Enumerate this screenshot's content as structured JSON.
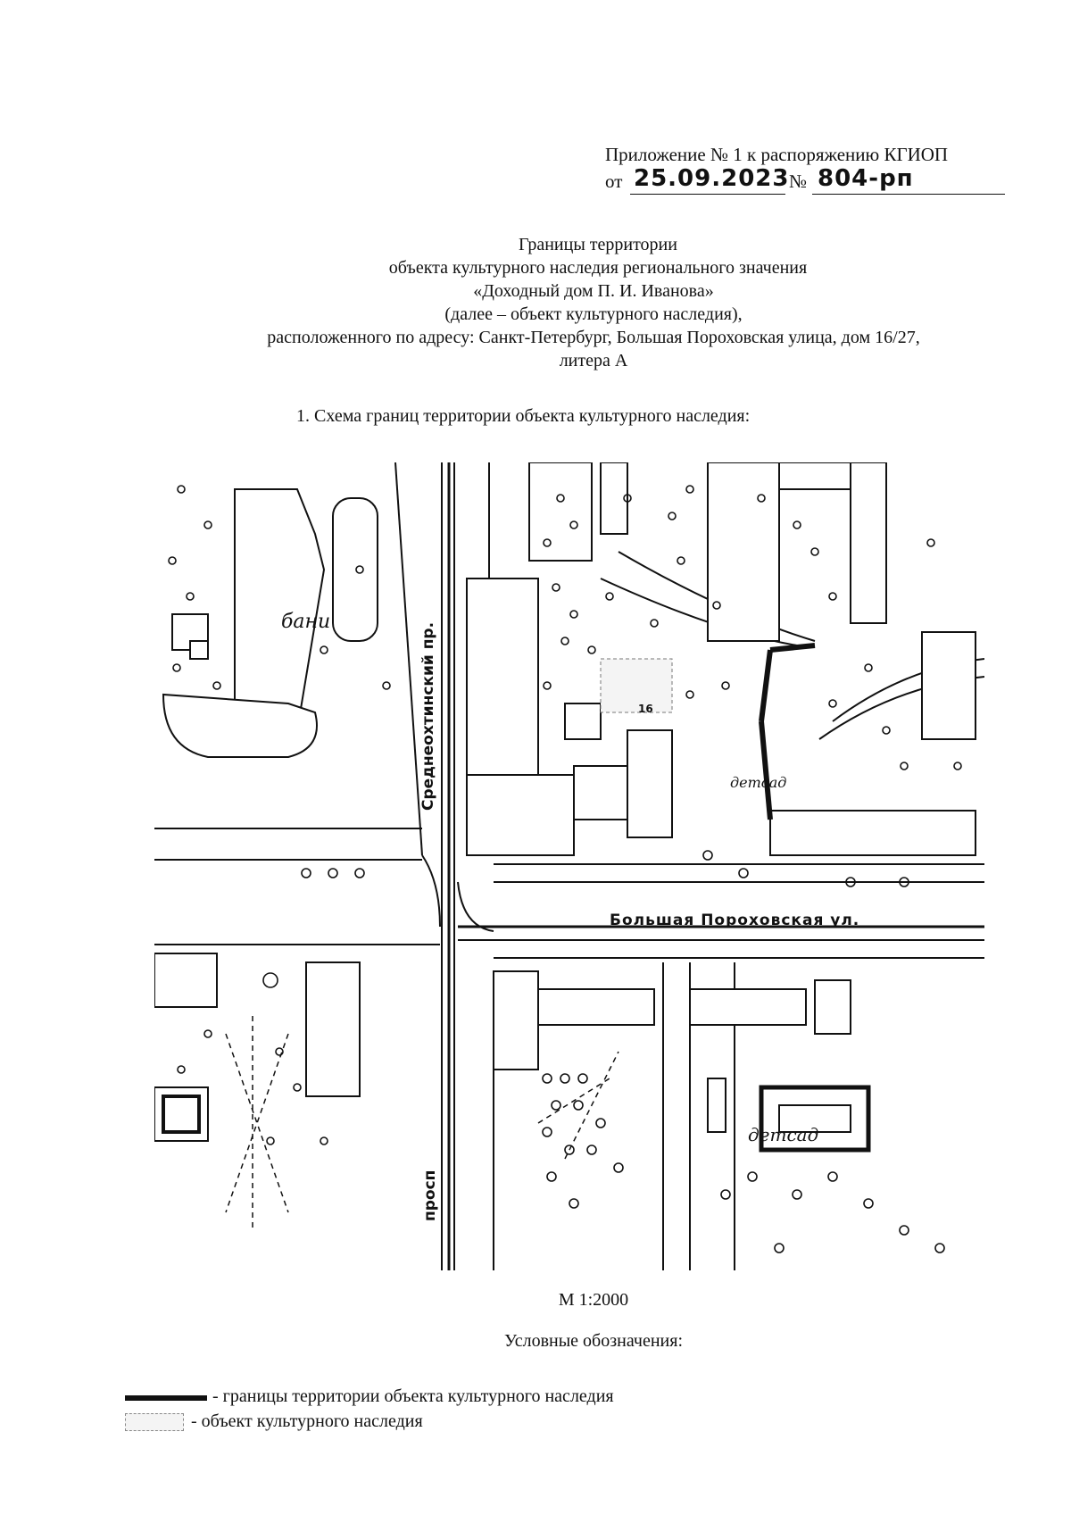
{
  "header": {
    "appendix": "Приложение № 1 к распоряжению КГИОП",
    "date_prefix": "от",
    "date": "25.09.2023",
    "number_sign": "№",
    "number": "804-рп"
  },
  "title": {
    "line1": "Границы территории",
    "line2": "объекта культурного наследия регионального значения",
    "line3": "«Доходный дом П. И. Иванова»",
    "line4": "(далее – объект культурного наследия),",
    "line5": "расположенного по адресу: Санкт-Петербург, Большая Пороховская улица, дом 16/27,",
    "line6": "литера А"
  },
  "section": {
    "heading": "1.   Схема границ территории объекта культурного наследия:"
  },
  "map": {
    "street_vertical_top": "Среднеохтинский пр.",
    "street_vertical_bottom": "просп",
    "street_horizontal": "Большая Пороховская ул.",
    "label_bani": "бани",
    "label_detsad_top": "детсад",
    "label_detsad_bottom": "детсад",
    "label_house_no": "16"
  },
  "scale": "М 1:2000",
  "legend": {
    "heading": "Условные обозначения:",
    "items": [
      {
        "symbol": "thick-black-line",
        "label": "- границы территории объекта культурного наследия"
      },
      {
        "symbol": "dashed-box",
        "label": "- объект культурного наследия"
      }
    ]
  }
}
